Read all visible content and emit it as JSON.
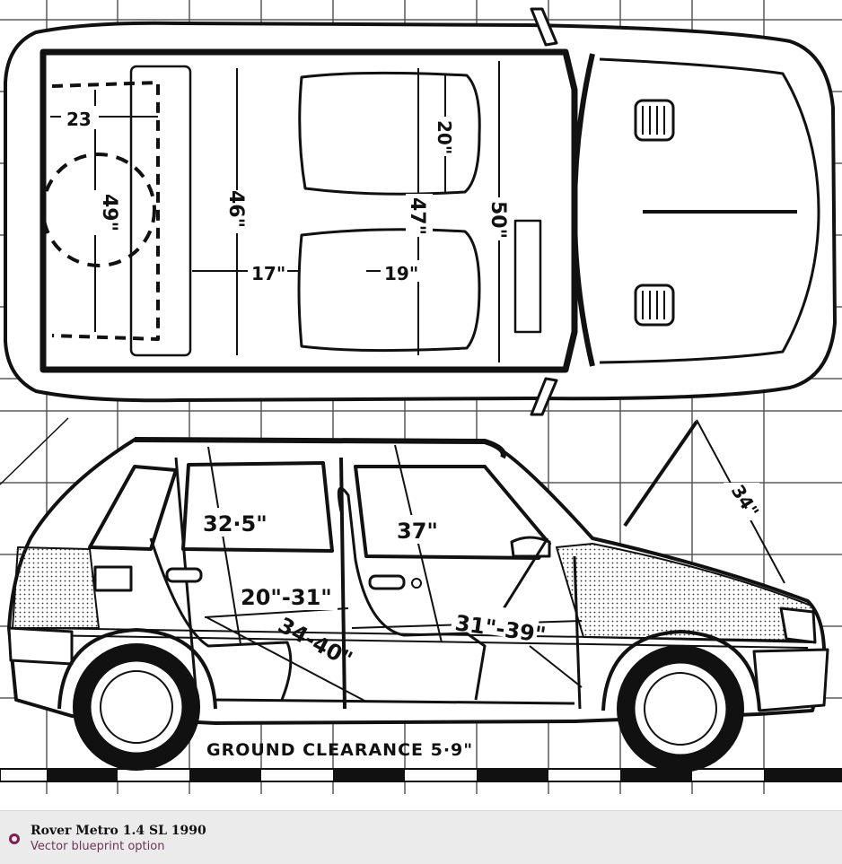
{
  "blueprint": {
    "top_view_dimensions": {
      "boot_depth": "23",
      "boot_width": "49\"",
      "rear_legroom_height": "46\"",
      "seat_gap": "17\"",
      "front_seat_width": "19\"",
      "seat_depth": "20\"",
      "front_shoulder": "47\"",
      "cabin_width": "50\""
    },
    "side_view_dimensions": {
      "rear_headroom": "32·5\"",
      "front_headroom": "37\"",
      "rear_legroom": "20\"-31\"",
      "rear_seat_span": "34-40\"",
      "front_legroom": "31\"-39\"",
      "windscreen_angle": "34\"",
      "ground_clearance": "GROUND CLEARANCE  5·9\""
    }
  },
  "footer": {
    "title": "Rover Metro 1.4 SL 1990",
    "subtitle": "Vector blueprint option"
  },
  "colors": {
    "line": "#111111",
    "grid": "#5a5a5a",
    "footer_bg": "#ebebeb",
    "radio": "#7a2150",
    "subtitle": "#6d3458"
  }
}
